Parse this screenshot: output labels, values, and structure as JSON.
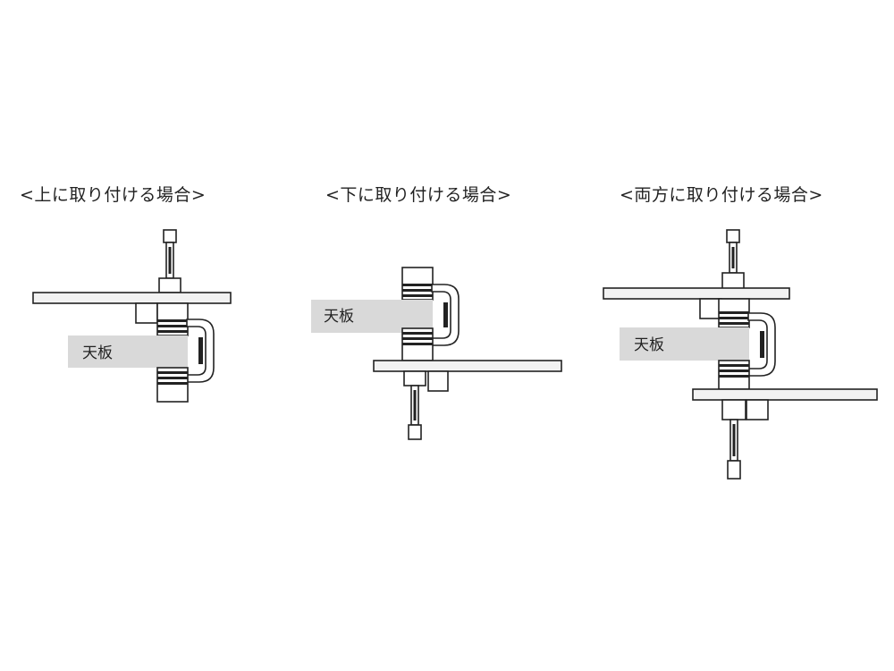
{
  "headings": {
    "top": "<上に取り付ける場合>",
    "bottom": "<下に取り付ける場合>",
    "both": "<両方に取り付ける場合>"
  },
  "labels": {
    "board": "天板"
  },
  "colors": {
    "line": "#222222",
    "board_fill": "#d9d9d9",
    "plate_fill": "#f2f2f2",
    "clamp_fill": "#ffffff"
  },
  "icons": [
    "c-clamp-icon"
  ]
}
